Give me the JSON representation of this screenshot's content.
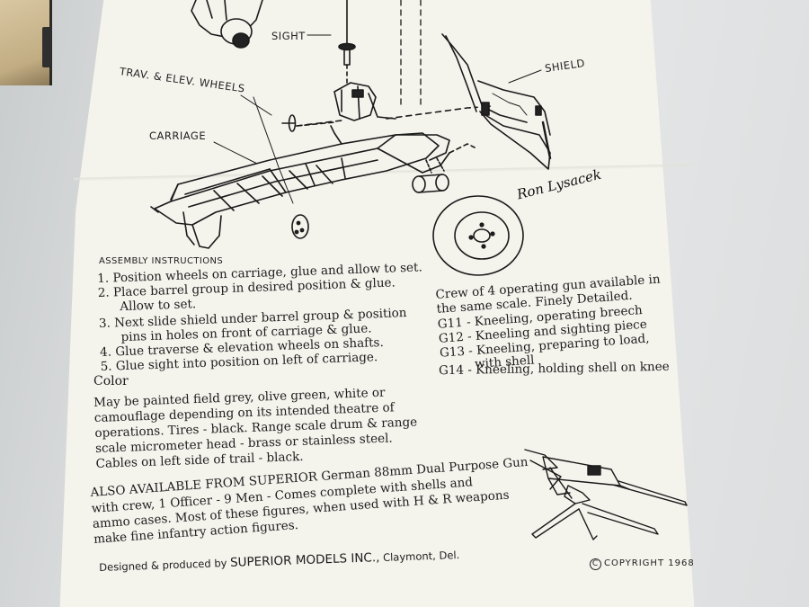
{
  "labels": {
    "sight": "SIGHT",
    "shield": "SHIELD",
    "trav_elev": "TRAV. & ELEV. WHEELS",
    "carriage": "CARRIAGE"
  },
  "signature": "Ron Lysacek",
  "assembly": {
    "heading": "ASSEMBLY INSTRUCTIONS",
    "steps": [
      "1. Position wheels on carriage, glue and allow to set.",
      "2. Place barrel group in desired position & glue.",
      "Allow to set.",
      "3. Next slide shield under barrel group & position",
      "pins in holes on front of carriage & glue.",
      "4. Glue traverse & elevation wheels on shafts.",
      "5. Glue sight into position on left of carriage."
    ]
  },
  "color": {
    "heading": "Color",
    "lines": [
      "May be painted field grey, olive green, white or",
      "camouflage depending on its intended theatre of",
      "operations.  Tires - black. Range scale drum & range",
      "scale micrometer head - brass or stainless steel.",
      "Cables on left side of trail - black."
    ]
  },
  "crew": {
    "lines": [
      "Crew of 4 operating gun available in",
      "the same scale.  Finely Detailed.",
      "G11 - Kneeling, operating breech",
      "G12 - Kneeling and sighting piece",
      "G13 - Kneeling, preparing to load,",
      "with shell",
      "G14 - Kneeling, holding shell on knee"
    ]
  },
  "also": {
    "lines": [
      "ALSO AVAILABLE FROM SUPERIOR German 88mm Dual Purpose Gun",
      "with crew, 1 Officer - 9 Men - Comes complete with shells and",
      "ammo cases. Most of these figures, when used with H & R weapons",
      "make fine infantry action figures."
    ]
  },
  "footer": {
    "designed": "Designed & produced by",
    "company": "SUPERIOR MODELS INC.,",
    "place": "Claymont, Del.",
    "copyright": "COPYRIGHT 1968"
  }
}
